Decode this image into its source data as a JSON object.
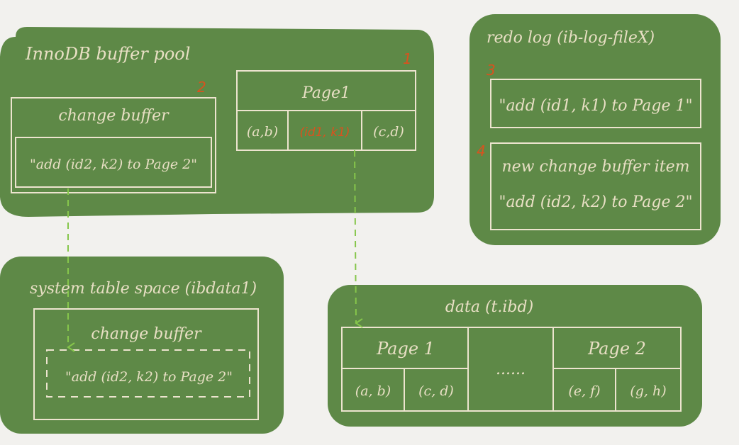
{
  "colors": {
    "panel": "#5e8947",
    "box_stroke": "#ede4cf",
    "text": "#e8dfc4",
    "marker": "#d9521e",
    "arrow": "#86c64b",
    "background": "#f2f1ee"
  },
  "buffer_pool": {
    "title": "InnoDB buffer pool",
    "change_buffer": {
      "marker": "2",
      "title": "change buffer",
      "entry": "\"add (id2, k2) to Page 2\""
    },
    "page1": {
      "marker": "1",
      "title": "Page1",
      "cells": [
        "(a,b)",
        "(id1, k1)",
        "(c,d)"
      ]
    }
  },
  "redo_log": {
    "title": "redo log (ib-log-fileX)",
    "entry1": {
      "marker": "3",
      "text": "\"add (id1, k1) to Page 1\""
    },
    "entry2": {
      "marker": "4",
      "line1": "new change buffer item",
      "line2": "\"add (id2, k2) to Page 2\""
    }
  },
  "system_tablespace": {
    "title": "system table space (ibdata1)",
    "change_buffer": {
      "title": "change buffer",
      "entry": "\"add (id2, k2) to Page 2\""
    }
  },
  "data_file": {
    "title": "data (t.ibd)",
    "page1": {
      "title": "Page 1",
      "cells": [
        "(a, b)",
        "(c, d)"
      ]
    },
    "gap": "......",
    "page2": {
      "title": "Page 2",
      "cells": [
        "(e, f)",
        "(g, h)"
      ]
    }
  }
}
